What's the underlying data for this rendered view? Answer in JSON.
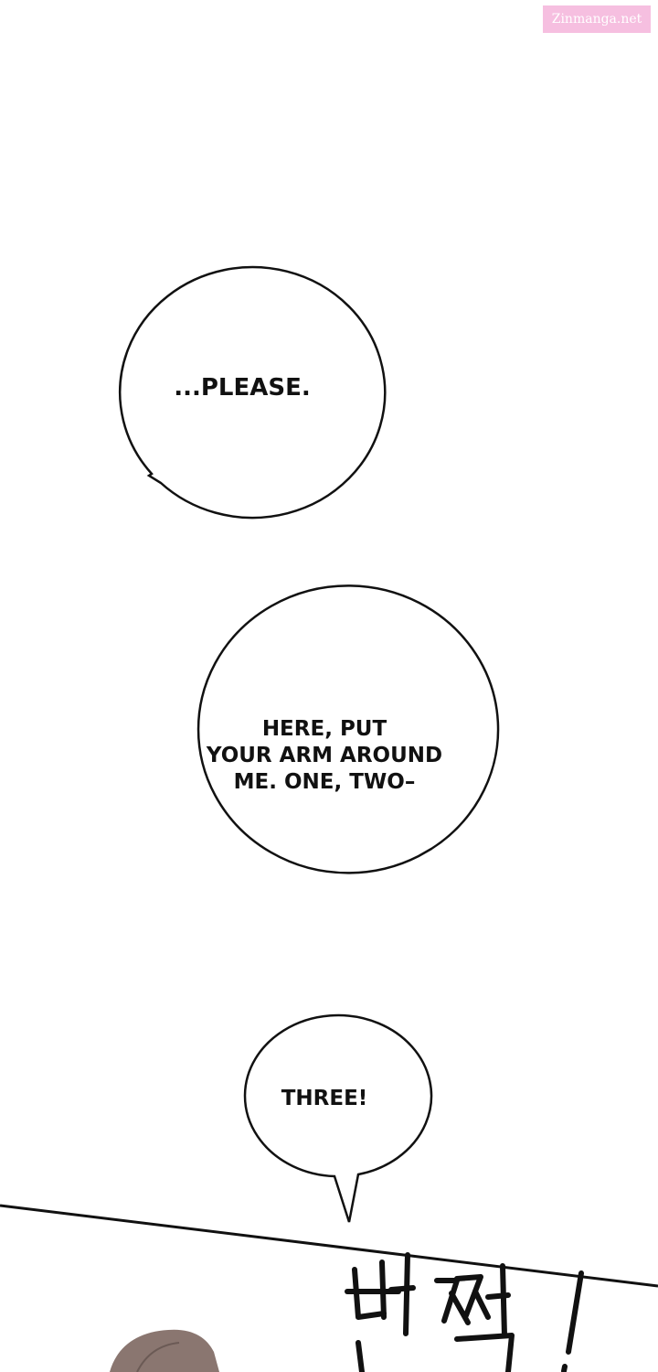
{
  "watermark": {
    "text": "Zinmanga.net"
  },
  "bubbles": [
    {
      "lines": [
        "...PLEASE."
      ]
    },
    {
      "lines": [
        "HERE, PUT",
        "YOUR ARM AROUND",
        "ME. ONE, TWO–"
      ]
    },
    {
      "lines": [
        "THREE!"
      ]
    }
  ],
  "sfx": {
    "text": "번쩍!"
  },
  "colors": {
    "background": "#ffffff",
    "ink": "#111111",
    "watermark_bg": "#f6bfe0",
    "hair": "#8a7670"
  }
}
